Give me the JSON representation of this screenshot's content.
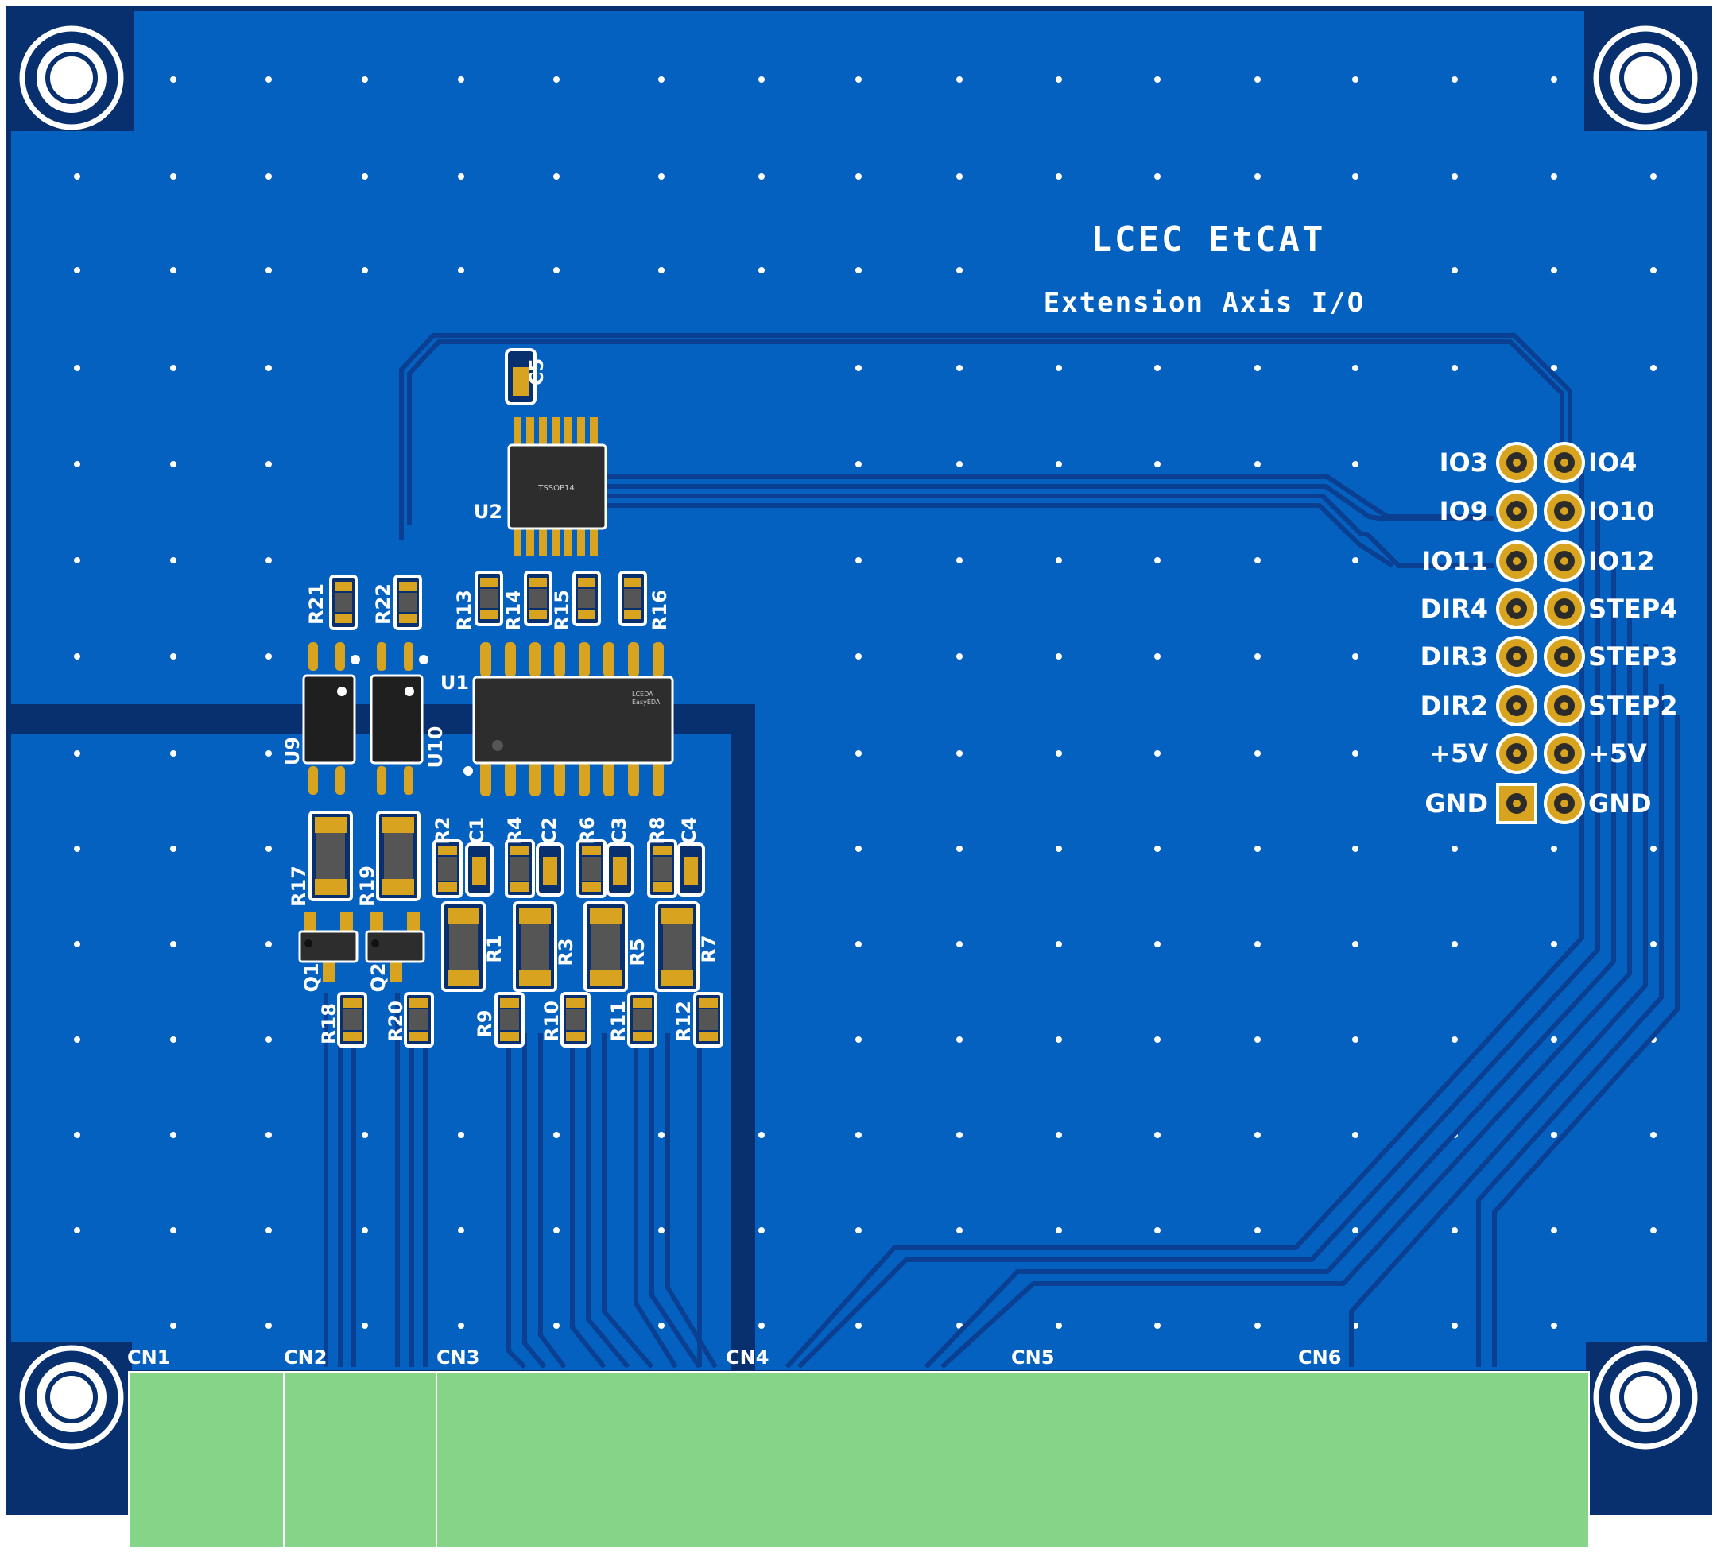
{
  "board": {
    "title": "LCEC EtCAT",
    "subtitle": "Extension Axis I/O",
    "colors": {
      "copper": "#0561bf",
      "substrate": "#082f6e",
      "trace": "#0a3f92",
      "pad_gold": "#d8a31e",
      "connector": "#86d487",
      "silkscreen": "#ffffff"
    }
  },
  "header_pins": {
    "left": [
      "IO3",
      "IO9",
      "IO11",
      "DIR4",
      "DIR3",
      "DIR2",
      "+5V",
      "GND"
    ],
    "right": [
      "IO4",
      "IO10",
      "IO12",
      "STEP4",
      "STEP3",
      "STEP2",
      "+5V",
      "GND"
    ]
  },
  "connectors": [
    "CN1",
    "CN2",
    "CN3",
    "CN4",
    "CN5",
    "CN6"
  ],
  "ic": {
    "u1": "U1",
    "u2": "U2",
    "u2_package": "TSSOP14",
    "u1_logo_line1": "LCEDA",
    "u1_logo_line2": "EasyEDA",
    "u9": "U9",
    "u10": "U10"
  },
  "components": {
    "C5": "C5",
    "R13": "R13",
    "R14": "R14",
    "R15": "R15",
    "R16": "R16",
    "R21": "R21",
    "R22": "R22",
    "R17": "R17",
    "R19": "R19",
    "Q1": "Q1",
    "Q2": "Q2",
    "R18": "R18",
    "R20": "R20",
    "R2": "R2",
    "C1": "C1",
    "R4": "R4",
    "C2": "C2",
    "R6": "R6",
    "C3": "C3",
    "R8": "R8",
    "C4": "C4",
    "R1": "R1",
    "R3": "R3",
    "R5": "R5",
    "R7": "R7",
    "R9": "R9",
    "R10": "R10",
    "R11": "R11",
    "R12": "R12"
  }
}
